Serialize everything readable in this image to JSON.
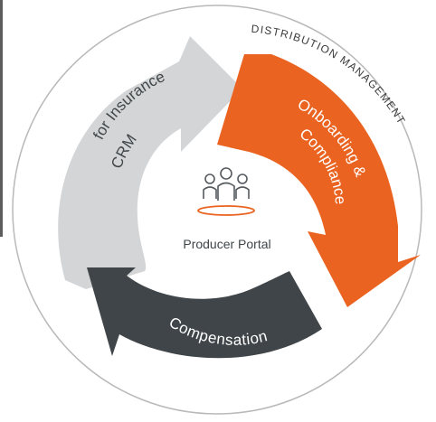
{
  "diagram": {
    "outer_ring_label": "DISTRIBUTION MANAGEMENT",
    "center": {
      "label": "Producer Portal",
      "icon": "people-group-icon"
    },
    "segments": [
      {
        "key": "crm",
        "line1": "CRM",
        "line2": "for Insurance",
        "color": "#d3d5d7",
        "text_color": "#3f4548"
      },
      {
        "key": "onboarding",
        "line1": "Onboarding &",
        "line2": "Compliance",
        "color": "#ea6320",
        "text_color": "#ffffff"
      },
      {
        "key": "compensation",
        "line1": "Compensation",
        "color": "#3f4548",
        "text_color": "#ffffff"
      }
    ],
    "colors": {
      "outer_circle_stroke": "#b9b9b9",
      "icon_stroke": "#555a5e",
      "accent": "#ea6320"
    }
  }
}
